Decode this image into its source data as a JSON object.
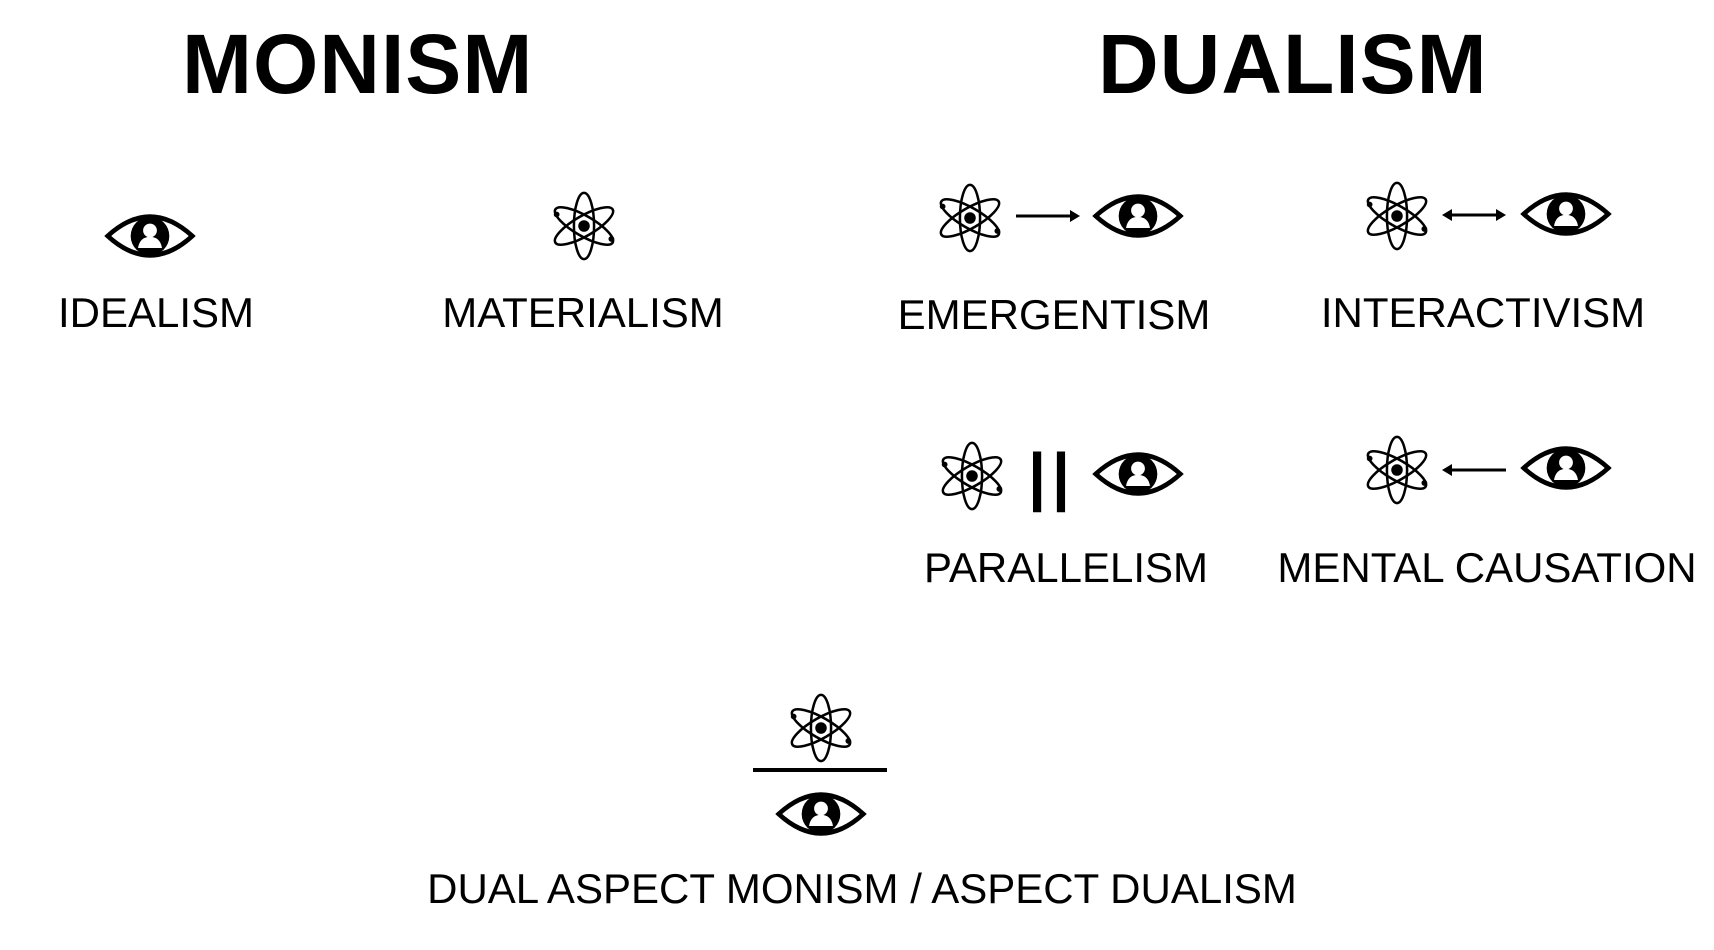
{
  "headings": {
    "monism": "MONISM",
    "dualism": "DUALISM"
  },
  "positions": {
    "idealism": {
      "label": "IDEALISM",
      "icons": [
        "eye-person-icon"
      ]
    },
    "materialism": {
      "label": "MATERIALISM",
      "icons": [
        "atom-icon"
      ]
    },
    "emergentism": {
      "label": "EMERGENTISM",
      "icons": [
        "atom-icon",
        "right-arrow-icon",
        "eye-person-icon"
      ]
    },
    "interactivism": {
      "label": "INTERACTIVISM",
      "icons": [
        "atom-icon",
        "double-arrow-icon",
        "eye-person-icon"
      ]
    },
    "parallelism": {
      "label": "PARALLELISM",
      "symbol": "||",
      "icons": [
        "atom-icon",
        "parallel-bars-icon",
        "eye-person-icon"
      ]
    },
    "mental_causation": {
      "label": "MENTAL CAUSATION",
      "icons": [
        "atom-icon",
        "left-arrow-icon",
        "eye-person-icon"
      ]
    },
    "dual_aspect": {
      "label": "DUAL ASPECT MONISM / ASPECT DUALISM",
      "icons": [
        "atom-icon",
        "divider-line",
        "eye-person-icon"
      ]
    }
  }
}
